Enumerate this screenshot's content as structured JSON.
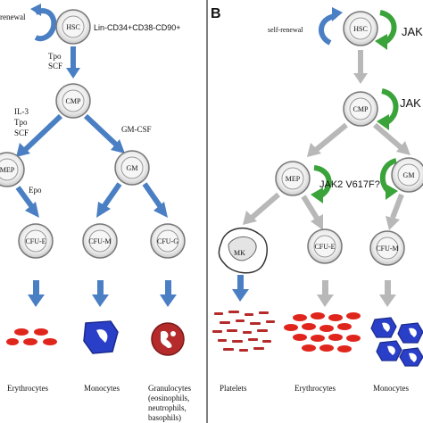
{
  "panel_a": {
    "self_renewal": "renewal",
    "hsc": "HSC",
    "markers": "Lin-CD34+CD38-CD90+",
    "tpo": "Tpo",
    "scf": "SCF",
    "cmp": "CMP",
    "il3": "IL-3",
    "tpo2": "Tpo",
    "scf2": "SCF",
    "gmcsf": "GM-CSF",
    "mep": "MEP",
    "gm": "GM",
    "epo": "Epo",
    "cfue": "CFU-E",
    "cfum": "CFU-M",
    "cfug": "CFU-G",
    "erythrocytes": "Erythrocytes",
    "monocytes": "Monocytes",
    "granulocytes": "Granulocytes",
    "gran_detail_1": "(eosinophils,",
    "gran_detail_2": "neutrophils,",
    "gran_detail_3": "basophils)"
  },
  "panel_b": {
    "letter": "B",
    "self_renewal": "self-renewal",
    "hsc": "HSC",
    "jak_top": "JAK",
    "cmp": "CMP",
    "jak_mid": "JAK",
    "mep": "MEP",
    "jak2": "JAK2 V617F?",
    "gm": "GM",
    "mk": "MK",
    "cfue": "CFU-E",
    "cfum": "CFU-M",
    "platelets": "Platelets",
    "erythrocytes": "Erythrocytes",
    "monocytes": "Monocytes"
  },
  "colors": {
    "blue_arrow": "#4a7fc4",
    "green_arrow": "#3aa33a",
    "gray_arrow": "#b8b8b8",
    "red_cell": "#e0261c",
    "mono_blue": "#2a3fc8",
    "gran_red": "#b52a2a",
    "cell_fill": "#f2f2f2",
    "cell_stroke": "#777777"
  }
}
